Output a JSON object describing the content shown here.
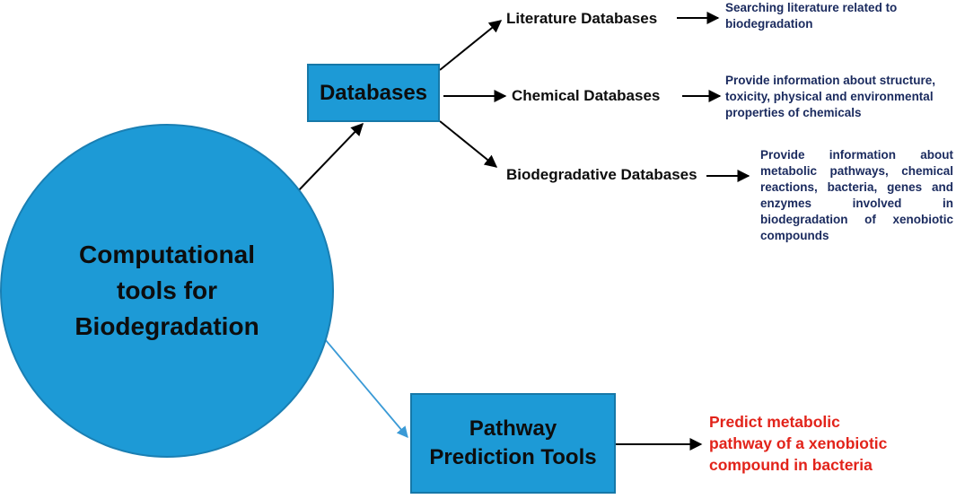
{
  "colors": {
    "node_fill": "#1d9ad6",
    "description_text": "#1a2a5e",
    "highlight_text": "#e2231a",
    "arrow_black": "#000000",
    "arrow_blue": "#3a9ad6"
  },
  "root": {
    "label": "Computational\ntools for\nBiodegradation"
  },
  "databases": {
    "label": "Databases",
    "children": [
      {
        "label": "Literature Databases",
        "description": "Searching literature related to biodegradation"
      },
      {
        "label": "Chemical Databases",
        "description": "Provide information about structure, toxicity, physical and environmental properties of chemicals"
      },
      {
        "label": "Biodegradative Databases",
        "description": "Provide information about metabolic pathways, chemical reactions, bacteria, genes and enzymes involved in biodegradation of xenobiotic compounds"
      }
    ]
  },
  "pathway": {
    "label": "Pathway\nPrediction Tools",
    "description": "Predict metabolic pathway of a xenobiotic compound in bacteria"
  }
}
